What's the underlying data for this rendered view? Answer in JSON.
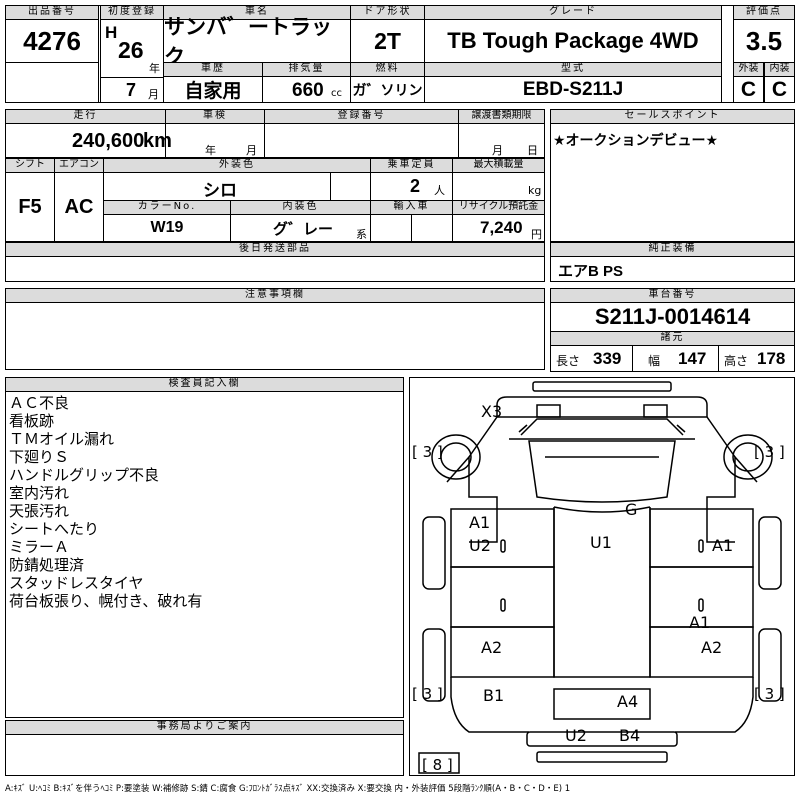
{
  "header": {
    "lot_label": "出品番号",
    "lot_no": "4276",
    "first_reg_label": "初度登録",
    "era": "H",
    "year": "26",
    "year_unit": "年",
    "month": "7",
    "month_unit": "月",
    "car_name_label": "車名",
    "car_name": "サンバ゛ートラック",
    "door_label": "ドア形状",
    "door": "2T",
    "grade_label": "グレード",
    "grade": "TB Tough Package 4WD",
    "score_label": "評価点",
    "score": "3.5",
    "history_label": "車歴",
    "history": "自家用",
    "displacement_label": "排気量",
    "displacement": "660",
    "displacement_unit": "cc",
    "fuel_label": "燃料",
    "fuel": "ガ゛ソリン",
    "model_label": "型式",
    "model": "EBD-S211J",
    "ext_label": "外装",
    "ext": "C",
    "int_label": "内装",
    "int": "C"
  },
  "spec": {
    "mileage_label": "走行",
    "mileage": "240,600",
    "mileage_unit": "km",
    "inspection_label": "車検",
    "insp_year_unit": "年",
    "insp_month_unit": "月",
    "reg_label": "登録番号",
    "transfer_label": "譲渡書類期限",
    "transfer_month_unit": "月",
    "transfer_day_unit": "日",
    "shift_label": "シフト",
    "shift": "F5",
    "ac_label": "エアコン",
    "ac": "AC",
    "color_label": "外装色",
    "color": "シロ",
    "capacity_label": "乗車定員",
    "capacity": "2",
    "capacity_unit": "人",
    "load_label": "最大積載量",
    "load_unit": "kg",
    "color_no_label": "カラーNo.",
    "color_no": "W19",
    "interior_color_label": "内装色",
    "interior_color": "グ゛レー",
    "interior_color_unit": "系",
    "import_label": "輸入車",
    "recycle_label": "リサイクル預託金",
    "recycle": "7,240",
    "recycle_unit": "円"
  },
  "sales_point": {
    "label": "セールスポイント",
    "text": "★オークションデビュー★"
  },
  "later_parts": {
    "label": "後日発送部品"
  },
  "equipment": {
    "label": "純正装備",
    "text": "エアB PS"
  },
  "caution": {
    "label": "注意事項欄"
  },
  "chassis": {
    "label": "車台番号",
    "number": "S211J-0014614",
    "dims_label": "諸元",
    "length_label": "長さ",
    "length": "339",
    "width_label": "幅",
    "width": "147",
    "height_label": "高さ",
    "height": "178"
  },
  "inspector": {
    "label": "検査員記入欄",
    "lines": [
      "ＡＣ不良",
      "看板跡",
      "ＴＭオイル漏れ",
      "下廻りＳ",
      "ハンドルグリップ不良",
      "室内汚れ",
      "天張汚れ",
      "シートへたり",
      "ミラーＡ",
      "防錆処理済",
      "スタッドレスタイヤ",
      "荷台板張り、幌付き、破れ有"
    ]
  },
  "office": {
    "label": "事務局よりご案内"
  },
  "diagram": {
    "marks": {
      "x3": "X3",
      "g": "G",
      "a1_left": "A1",
      "u2_left": "U2",
      "u1": "U1",
      "a1_right": "A1",
      "a1_lower": "A1",
      "a2_left": "A2",
      "a2_right": "A2",
      "b1": "B1",
      "a4": "A4",
      "u2_bottom": "U2",
      "b4": "B4"
    },
    "tread": {
      "front_left": "[ 3 ]",
      "front_right": "[ 3 ]",
      "rear_left": "[ 3 ]",
      "rear_right": "[ 3 ]",
      "spare": "[ 8 ]"
    }
  },
  "legend": "A:ｷｽﾞ U:ﾍｺﾐ B:ｷｽﾞを伴うﾍｺﾐ P:要塗装 W:補修跡 S:錆 C:腐食 G:ﾌﾛﾝﾄｶﾞﾗｽ点ｷｽﾞ XX:交換済み X:要交換 内・外装評価 5段階ﾗﾝｸ順(A・B・C・D・E) 1"
}
